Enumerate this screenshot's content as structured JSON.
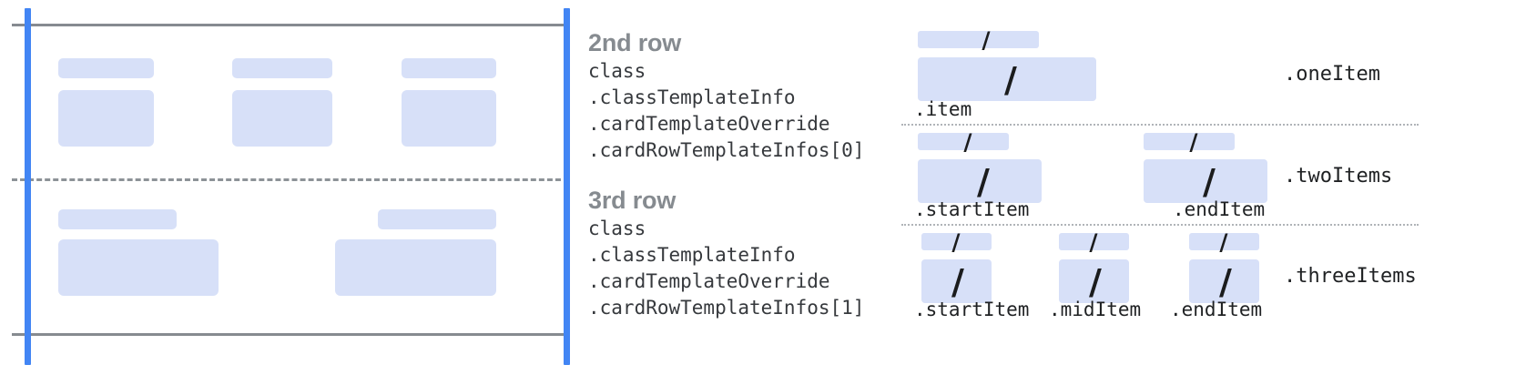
{
  "diagram": {
    "title_implicit": "card row template structure",
    "colors": {
      "placeholder": "#d7e0f8",
      "guide_blue": "#4285f4",
      "rule_gray": "#868b90",
      "heading_gray": "#868b90",
      "code_text": "#36393d",
      "dotted_gray": "#b0b4b8",
      "background": "#ffffff"
    }
  },
  "left_panel": {
    "name": "card-rows-schematic",
    "rows": [
      {
        "id": "row-2",
        "columns": 3,
        "cells": [
          {
            "label_bar": "",
            "content_box": ""
          },
          {
            "label_bar": "",
            "content_box": ""
          },
          {
            "label_bar": "",
            "content_box": ""
          }
        ]
      },
      {
        "id": "row-3",
        "columns": 2,
        "cells": [
          {
            "label_bar": "",
            "content_box": ""
          },
          {
            "label_bar": "",
            "content_box": ""
          }
        ]
      }
    ]
  },
  "annotations": [
    {
      "heading": "2nd row",
      "lines": [
        "class",
        ".classTemplateInfo",
        ".cardTemplateOverride",
        ".cardRowTemplateInfos[0]"
      ]
    },
    {
      "heading": "3rd row",
      "lines": [
        "class",
        ".classTemplateInfo",
        ".cardTemplateOverride",
        ".cardRowTemplateInfos[1]"
      ]
    }
  ],
  "right_panel": {
    "name": "row-item-variants",
    "sections": [
      {
        "variant_label": ".oneItem",
        "items": [
          {
            "label": ".item",
            "glyph": "/"
          }
        ]
      },
      {
        "variant_label": ".twoItems",
        "items": [
          {
            "label": ".startItem",
            "glyph": "/"
          },
          {
            "label": ".endItem",
            "glyph": "/"
          }
        ]
      },
      {
        "variant_label": ".threeItems",
        "items": [
          {
            "label": ".startItem",
            "glyph": "/"
          },
          {
            "label": ".midItem",
            "glyph": "/"
          },
          {
            "label": ".endItem",
            "glyph": "/"
          }
        ]
      }
    ]
  }
}
